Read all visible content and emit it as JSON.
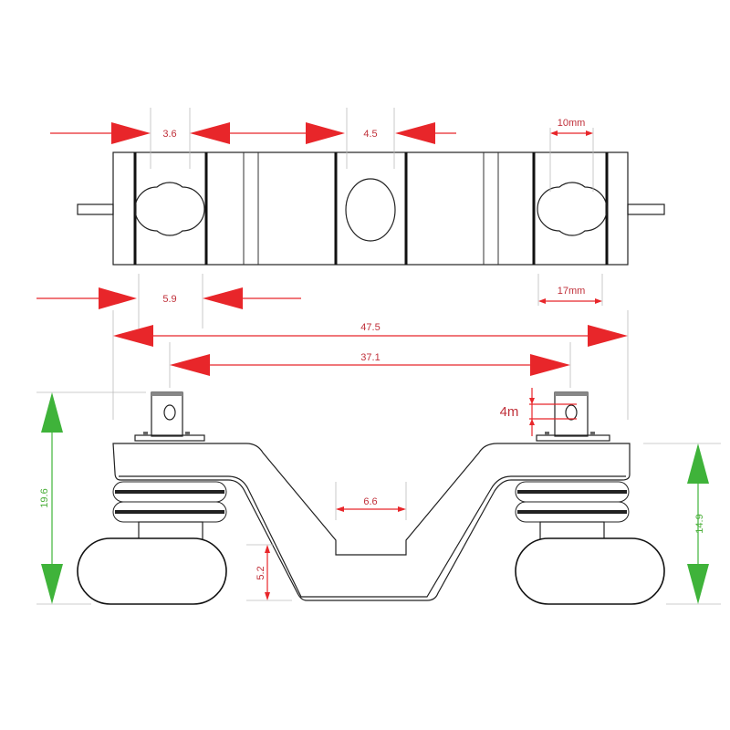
{
  "top_view": {
    "dims": {
      "d1": "3.6",
      "d2": "4.5",
      "d3": "10mm",
      "d4": "5.9",
      "d5": "17mm",
      "d6": "47.5",
      "d7": "37.1"
    }
  },
  "side_view": {
    "dims": {
      "h1": "19.6",
      "h2": "14.9",
      "w1": "6.6",
      "h3": "5.2",
      "hole": "4m"
    }
  },
  "colors": {
    "dimension_red": "#e8262a",
    "dimension_green": "#3fb33a",
    "outline": "#222222"
  }
}
